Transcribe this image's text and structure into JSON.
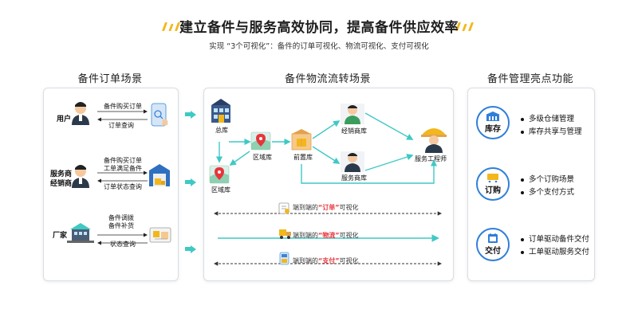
{
  "header": {
    "title": "建立备件与服务高效协同，提高备件供应效率",
    "subtitle": "实现 “3个可视化”：备件的订单可视化、物流可视化、支付可视化"
  },
  "panels": {
    "left_title": "备件订单场景",
    "middle_title": "备件物流流转场景",
    "right_title": "备件管理亮点功能"
  },
  "left": {
    "user": {
      "label": "用户",
      "top_text": "备件购买订单",
      "bottom_text": "订单查询"
    },
    "dealer": {
      "label_line1": "服务商",
      "label_line2": "经销商",
      "top_text_line1": "备件购买订单",
      "top_text_line2": "工单满足备件",
      "bottom_text": "订单状态查询"
    },
    "factory": {
      "label": "厂家",
      "top_text_line1": "备件调拨",
      "top_text_line2": "备件补货",
      "bottom_text": "状态查询"
    }
  },
  "middle": {
    "nodes": {
      "hq": "总库",
      "region1": "区域库",
      "region2": "区域库",
      "front": "前置库",
      "dealer": "经销商库",
      "service": "服务商库",
      "engineer": "服务工程师"
    },
    "lines": {
      "order": {
        "prefix": "端到端的",
        "highlight": "“订单”",
        "suffix": "可视化"
      },
      "logistics": {
        "prefix": "端到端的",
        "highlight": "“物流”",
        "suffix": "可视化"
      },
      "payment": {
        "prefix": "端到端的",
        "highlight": "“支付”",
        "suffix": "可视化"
      }
    }
  },
  "right": {
    "blocks": [
      {
        "badge": "库存",
        "features": [
          "多级仓储管理",
          "库存共享与管理"
        ]
      },
      {
        "badge": "订购",
        "features": [
          "多个订购场景",
          "多个支付方式"
        ]
      },
      {
        "badge": "交付",
        "features": [
          "订单驱动备件交付",
          "工单驱动服务交付"
        ]
      }
    ]
  },
  "colors": {
    "accent_yellow": "#f3b71c",
    "teal": "#3fc9c5",
    "red_highlight": "#e8343a",
    "blue": "#2f7fd8",
    "dark": "#1e1e1e"
  }
}
